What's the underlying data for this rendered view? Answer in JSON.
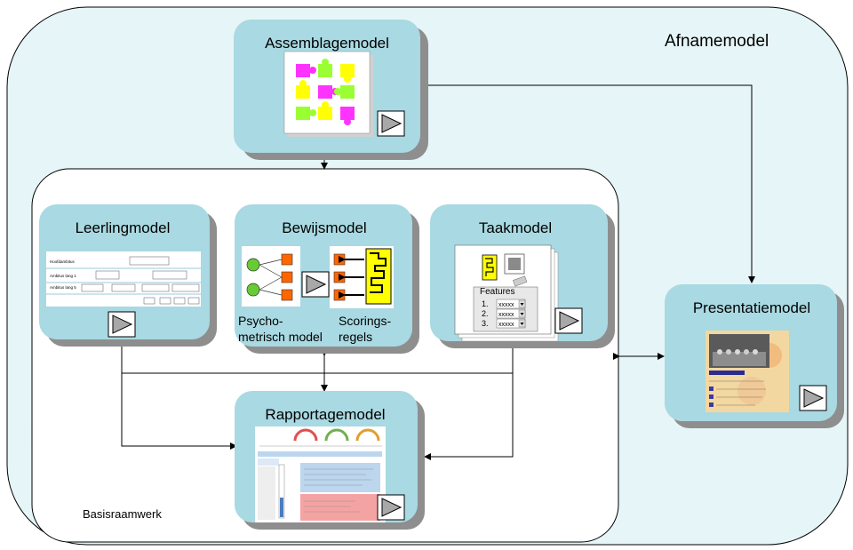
{
  "outer_label": "Afnamemodel",
  "inner_label": "Basisraamwerk",
  "models": {
    "assemblage": {
      "title": "Assemblagemodel"
    },
    "leerling": {
      "title": "Leerlingmodel",
      "rows": [
        "Hoofdambitus",
        "Ambitus lang 1",
        "Ambitus lang 5"
      ]
    },
    "bewijs": {
      "title": "Bewijsmodel",
      "caption_left_1": "Psycho-",
      "caption_left_2": "metrisch model",
      "caption_right_1": "Scorings-",
      "caption_right_2": "regels"
    },
    "taak": {
      "title": "Taakmodel",
      "features_label": "Features",
      "rows": [
        {
          "num": "1.",
          "value": "xxxxx"
        },
        {
          "num": "2.",
          "value": "xxxxx"
        },
        {
          "num": "3.",
          "value": "xxxxx"
        }
      ]
    },
    "rapportage": {
      "title": "Rapportagemodel"
    },
    "presentatie": {
      "title": "Presentatiemodel"
    }
  },
  "colors": {
    "card_fill": "#a9d9e2",
    "card_shadow": "#8e8e8e",
    "outer_fill": "#e6f5f7",
    "play_fill": "#a8a8a8",
    "orange": "#ff6600",
    "green": "#66cc33",
    "yellow": "#ffff00",
    "magenta": "#ff33ff",
    "lime": "#99ff33"
  }
}
